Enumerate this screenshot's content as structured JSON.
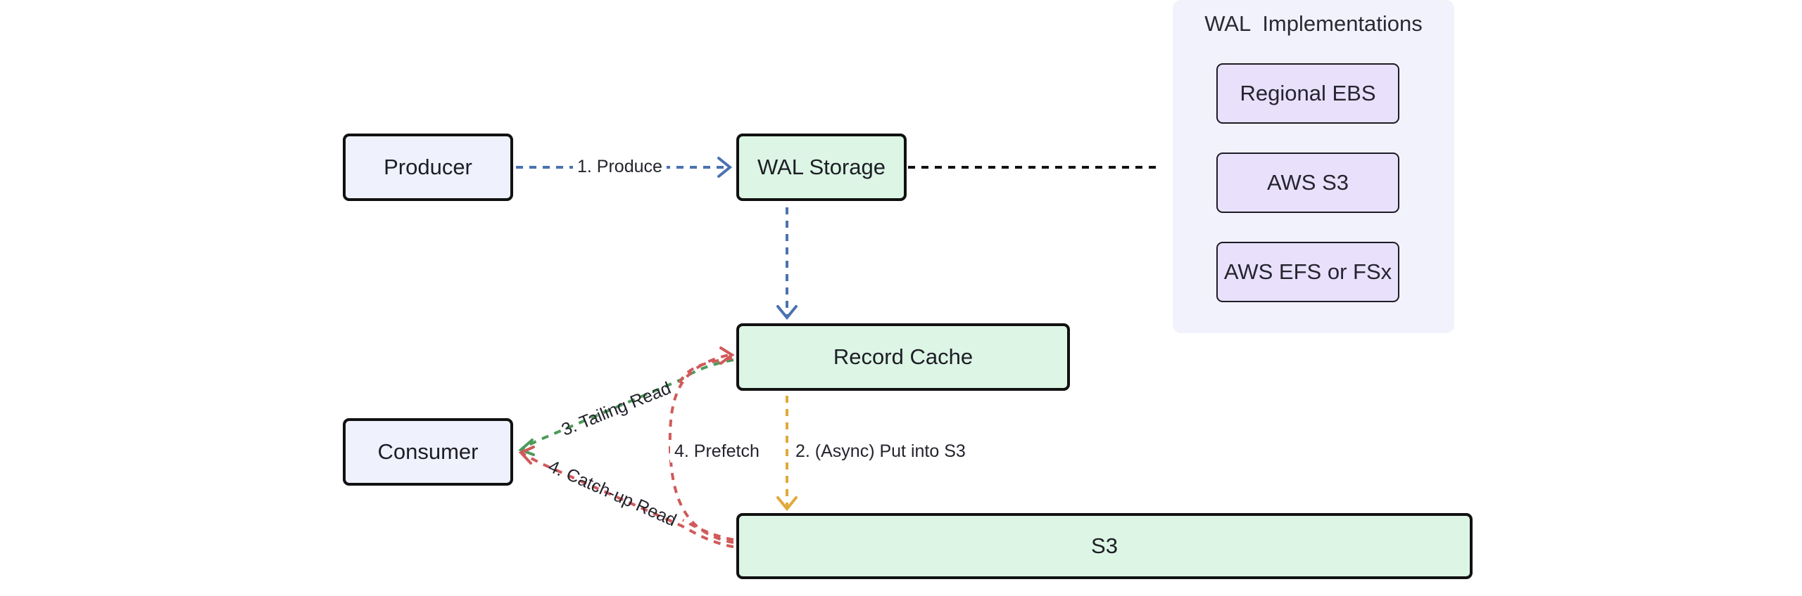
{
  "diagram": {
    "nodes": {
      "producer": "Producer",
      "wal_storage": "WAL Storage",
      "record_cache": "Record Cache",
      "consumer": "Consumer",
      "s3": "S3"
    },
    "wal_panel": {
      "title": "WAL  Implementations",
      "items": [
        "Regional EBS",
        "AWS S3",
        "AWS EFS or FSx"
      ]
    },
    "edges": {
      "produce": "1. Produce",
      "put_into_s3": "2. (Async) Put into S3",
      "tailing_read": "3. Tailing Read",
      "prefetch": "4. Prefetch",
      "catch_up_read": "4. Catch-up Read"
    },
    "colors": {
      "node_light": "#eff1fd",
      "node_green": "#dcf5e4",
      "impl_fill": "#e9e0fb",
      "panel_fill": "#f2f2fd",
      "arrow_blue": "#4a72b0",
      "arrow_yellow": "#e0a93a",
      "arrow_red": "#d15a5a",
      "arrow_green": "#4d9a5a",
      "connector_black": "#111111"
    }
  }
}
